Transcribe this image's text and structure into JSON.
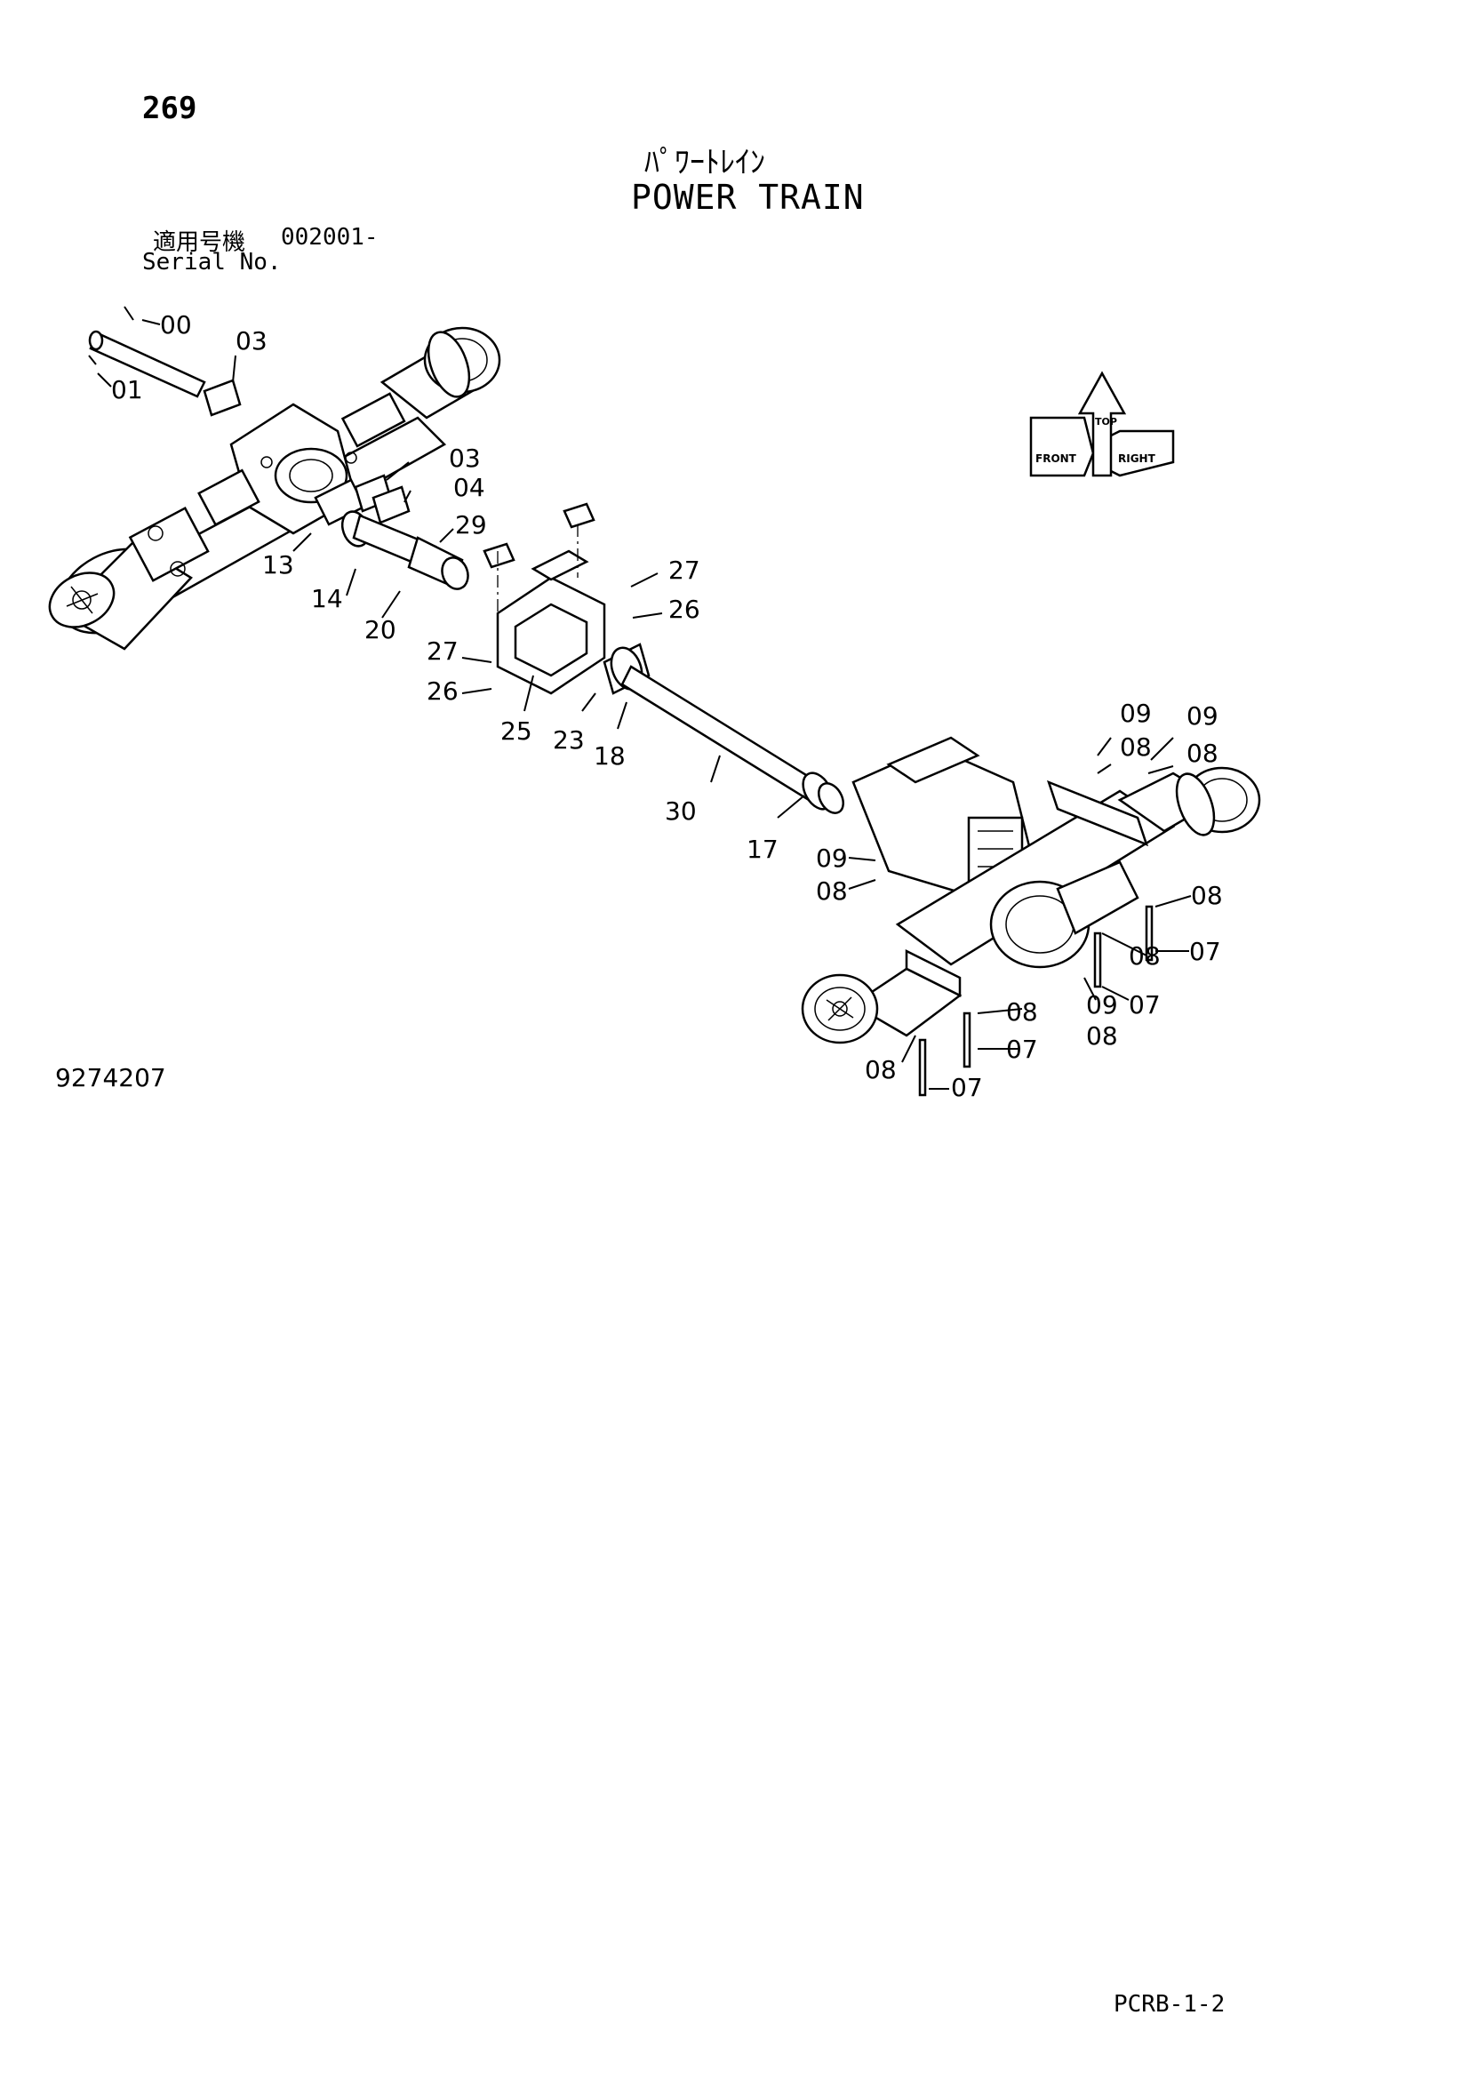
{
  "page_number": "269",
  "title_jp": "ﾊﾟﾜｰﾄﾚｲﾝ",
  "title_en": "POWER TRAIN",
  "serial": {
    "label_jp": "適用号機",
    "value": "002001-",
    "label_en": "Serial No."
  },
  "drawing_number": "9274207",
  "page_code": "PCRB-1-2",
  "orientation_icon": {
    "labels": [
      "TOP",
      "FRONT",
      "RIGHT"
    ]
  },
  "callouts": [
    "00",
    "01",
    "03",
    "03",
    "04",
    "29",
    "13",
    "14",
    "20",
    "27",
    "26",
    "27",
    "26",
    "25",
    "23",
    "18",
    "30",
    "17",
    "09",
    "08",
    "09",
    "08",
    "09",
    "08",
    "08",
    "07",
    "08",
    "09",
    "07",
    "08",
    "08",
    "07",
    "08",
    "07"
  ]
}
